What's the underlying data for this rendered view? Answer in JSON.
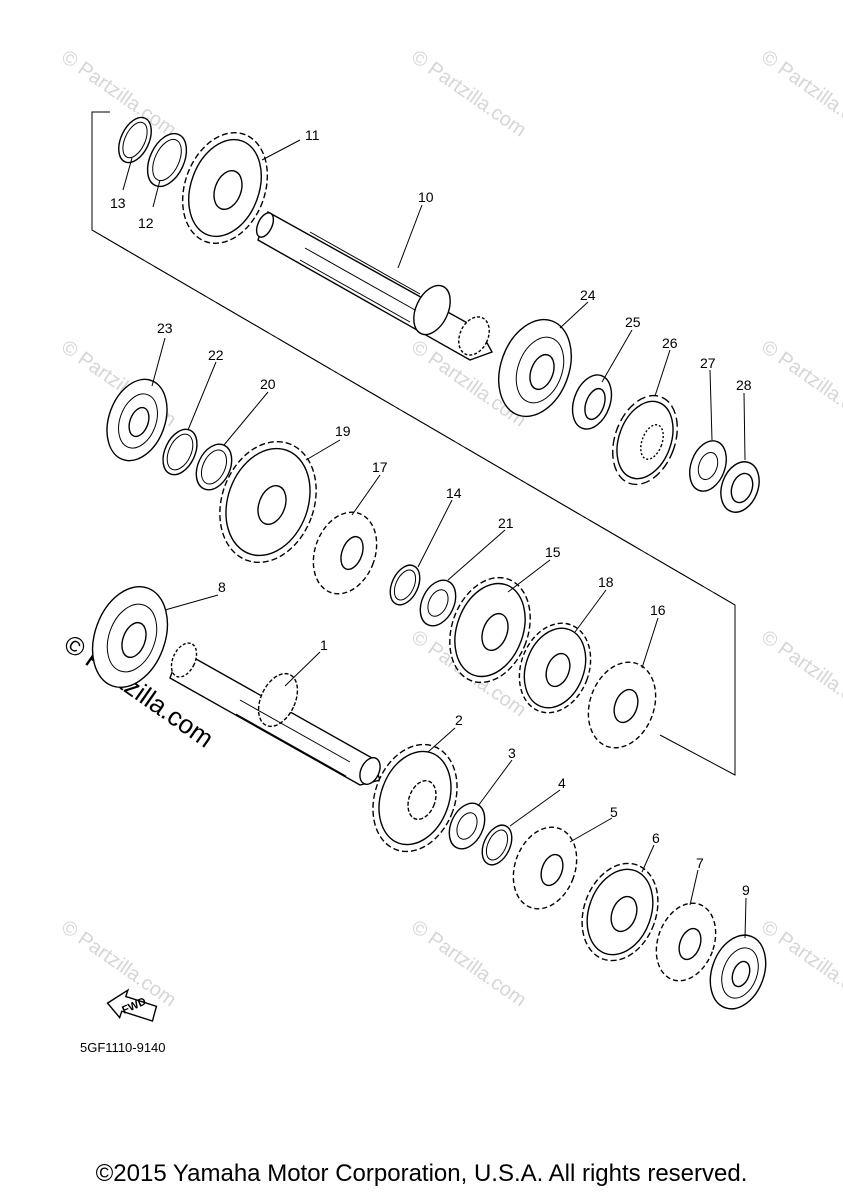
{
  "diagram": {
    "code": "5GF1110-9140",
    "fwd_label": "FWD",
    "watermark_text": "© Partzilla.com",
    "callouts": [
      {
        "id": "1",
        "label": "1"
      },
      {
        "id": "2",
        "label": "2"
      },
      {
        "id": "3",
        "label": "3"
      },
      {
        "id": "4",
        "label": "4"
      },
      {
        "id": "5",
        "label": "5"
      },
      {
        "id": "6",
        "label": "6"
      },
      {
        "id": "7",
        "label": "7"
      },
      {
        "id": "8",
        "label": "8"
      },
      {
        "id": "9",
        "label": "9"
      },
      {
        "id": "10",
        "label": "10"
      },
      {
        "id": "11",
        "label": "11"
      },
      {
        "id": "12",
        "label": "12"
      },
      {
        "id": "13",
        "label": "13"
      },
      {
        "id": "14",
        "label": "14"
      },
      {
        "id": "15",
        "label": "15"
      },
      {
        "id": "16",
        "label": "16"
      },
      {
        "id": "17",
        "label": "17"
      },
      {
        "id": "18",
        "label": "18"
      },
      {
        "id": "19",
        "label": "19"
      },
      {
        "id": "20",
        "label": "20"
      },
      {
        "id": "21",
        "label": "21"
      },
      {
        "id": "22",
        "label": "22"
      },
      {
        "id": "23",
        "label": "23"
      },
      {
        "id": "24",
        "label": "24"
      },
      {
        "id": "25",
        "label": "25"
      },
      {
        "id": "26",
        "label": "26"
      },
      {
        "id": "27",
        "label": "27"
      },
      {
        "id": "28",
        "label": "28"
      }
    ]
  },
  "footer": {
    "copyright": "©2015 Yamaha Motor Corporation, U.S.A. All rights reserved."
  }
}
